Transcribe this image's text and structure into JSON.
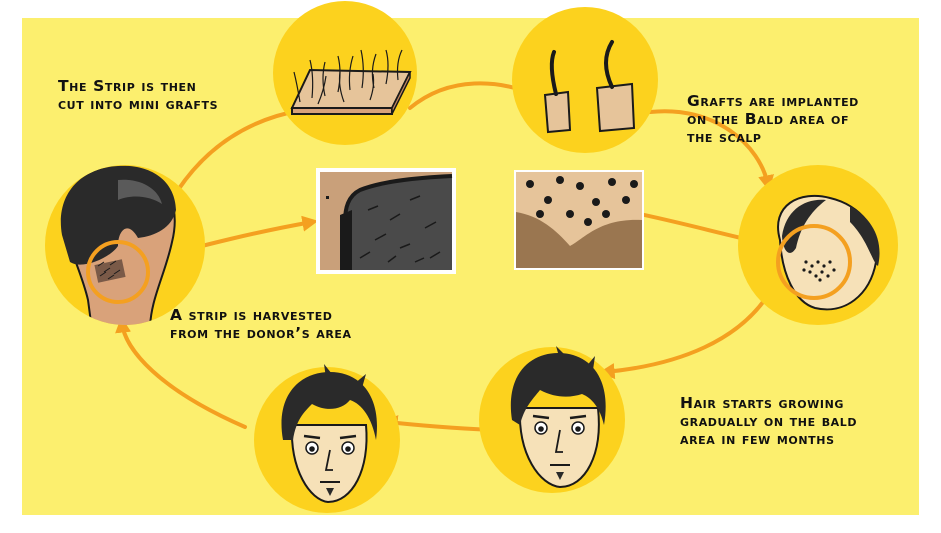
{
  "captions": {
    "cut_grafts": [
      "The Strip is then",
      "cut into mini grafts"
    ],
    "implanted": [
      "Grafts are implanted",
      "on the Bald area of",
      "the scalp"
    ],
    "harvested": [
      "A strip is harvested",
      "from the donor’s area"
    ],
    "growing": [
      "Hair starts growing",
      "gradually on the bald",
      "area in few months"
    ]
  },
  "colors": {
    "background": "#fcef6e",
    "circle": "#fcd21e",
    "arrow": "#f4a020",
    "skin": "#f6e1b8",
    "hair": "#2a2a2a"
  }
}
